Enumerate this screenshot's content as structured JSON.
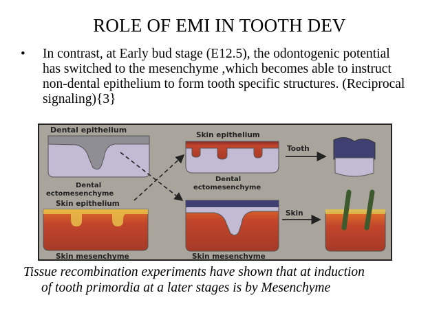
{
  "slide": {
    "title": "ROLE OF EMI IN TOOTH DEV",
    "bullet_marker": "•",
    "bullet_text": "In contrast, at Early bud stage (E12.5), the odontogenic potential has switched to the mesenchyme ,which becomes able to instruct non-dental epithelium to form tooth specific structures. (Reciprocal signaling){3}",
    "caption_line1": "Tissue recombination experiments have shown that at induction",
    "caption_line2": "of tooth primordia at a later stages is by Mesenchyme"
  },
  "figure": {
    "labels": {
      "dental_epithelium": "Dental epithelium",
      "dental_ecto_1": "Dental",
      "dental_ecto_2": "ectomesenchyme",
      "skin_epithelium_left": "Skin epithelium",
      "skin_mesenchyme_left": "Skin mesenchyme",
      "skin_epithelium_right": "Skin epithelium",
      "dental_ecto_right_1": "Dental",
      "dental_ecto_right_2": "ectomesenchyme",
      "skin_mesenchyme_right": "Skin mesenchyme",
      "tooth": "Tooth",
      "skin": "Skin"
    },
    "colors": {
      "background": "#a9a49c",
      "frame": "#222222",
      "epithelium_grey": "#8e8e94",
      "mesenchyme_lilac": "#c3bad4",
      "skin_epithelium_dark": "#3f3f72",
      "skin_mesenchyme_red": "#b5412a",
      "hair": "#3d5a2e"
    }
  }
}
